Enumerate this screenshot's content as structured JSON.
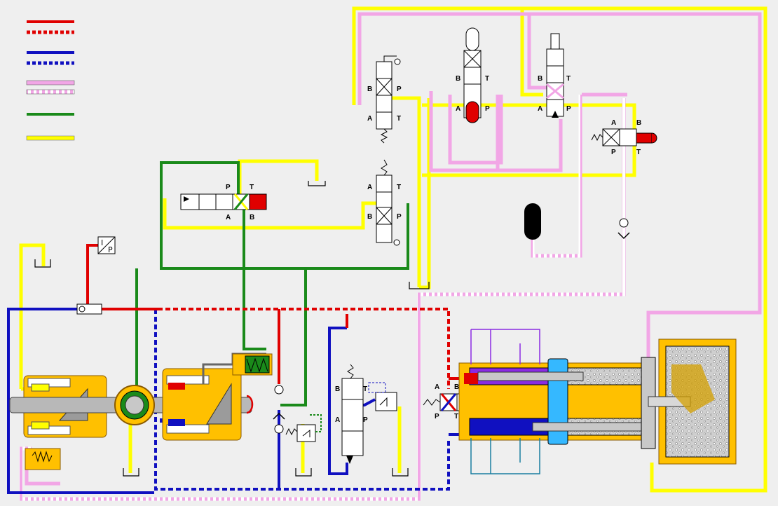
{
  "palette": {
    "pressure": "#e00000",
    "return": "#1010c0",
    "pilot": "#f2a6e6",
    "drain": "#1a8a1a",
    "tank": "#ffff00",
    "housing": "#ffc000",
    "background": "#efefef"
  },
  "legend": [
    {
      "id": "red",
      "solid": "#e00000",
      "dash": "#e00000"
    },
    {
      "id": "blue",
      "solid": "#1010c0",
      "dash": "#1010c0"
    },
    {
      "id": "pink",
      "solid": "#f2a6e6",
      "dash": "#f2a6e6"
    },
    {
      "id": "green",
      "solid": "#1a8a1a",
      "dash": null
    },
    {
      "id": "yellow",
      "solid": "#ffff00",
      "dash": null
    }
  ],
  "port_labels": {
    "a": "A",
    "b": "B",
    "p": "P",
    "t": "T"
  },
  "transducer": {
    "text_i": "I",
    "text_p": "P"
  },
  "components": {
    "valve_top_left": "4/2 manual valve",
    "valve_top_mid": "3/2 cam valve",
    "valve_top_right": "4/3 pilot valve",
    "valve_right": "solenoid valve",
    "valve_mid": "4/2 roller valve",
    "servo_valve": "servo valve",
    "accumulator": "accumulator",
    "pump_left": "axial piston pump",
    "gear_pump": "gear pump",
    "pump_right": "axial piston pump",
    "cylinder": "double-acting cylinder",
    "filter_box": "filter tank"
  }
}
